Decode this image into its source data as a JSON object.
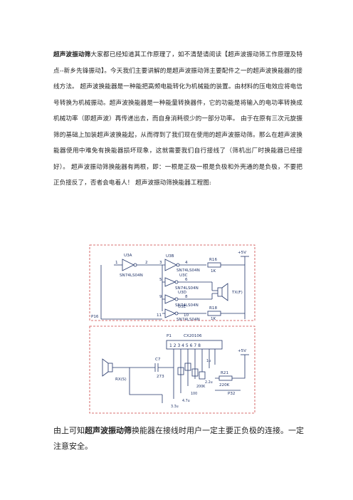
{
  "article": {
    "keyword": "超声波振动筛",
    "p1": "大家都已经知道其工作原理了，如不清楚请阅读【超声波振动筛工作原理及特点--新乡先锋振动】。今天我们主要讲解的是超声波振动筛主要配件之一的超声波换能器的接线方法。 超声波换能器是一种能把高频电能转化为机械能的装置。由材料的压电效应将电信号转换为机械振动。超声波换能器是一种能量转换器件，它的功能是将输入的电功率转换成机械功率（即超声波）再传递出去，而自身消耗很少的一部分功率。 由于在原有三次元旋振筛的基础上加装超声波换能起，从而得到了我们现在使用的超声波振动筛。那么在超声波换能器使用中难免有换能器损坏现象，这就需要我们自行接线了（筛机出厂时换能器已经接好）。 超声波振动筛换能器有两根，即：一根是正极一根是负极和外壳通的是负极，不要把正负接反了，否者会电着人！ 超声波振动筛换能器工程图:"
  },
  "schematic": {
    "u3a": "U3A",
    "u3a_part": "SN74LS04N",
    "u3b": "U3B",
    "u3b_part": "SN74LS04N",
    "u3c": "U3C",
    "u3c_part": "SN74LS04N",
    "u3d": "U3D",
    "u3d_part": "SN74LS04N",
    "u3e": "U3E",
    "u3e_part": "SN74LS04N",
    "pin1": "1",
    "pin2": "2",
    "pin3": "3",
    "pin4": "4",
    "pin5": "5",
    "pin6": "6",
    "pin8": "8",
    "pin9": "9",
    "pin10": "10",
    "pin11": "11",
    "r16": "R16",
    "r16_val": "1K",
    "r18": "R18",
    "r18_val": "1K",
    "vcc_top": "+5V",
    "tx": "TX(F)",
    "p16": "P16",
    "p1": "P1",
    "cx": "CX20106",
    "header_pins": "1 2 3 4 5 6 7 8",
    "rx": "RX(S)",
    "c7": "C7",
    "c7_val": "273",
    "r21": "R21",
    "r21_val": "220K",
    "p32": "P32",
    "vcc_bottom": "+5V",
    "cap_vals": [
      "3.3u",
      "4.7u",
      "100",
      "200K",
      "2.2u",
      "1u"
    ]
  },
  "conclusion": {
    "prefix": "由上可知",
    "keyword": "超声波振动筛",
    "suffix": "换能器在接线时用户一定主要正负极的连接。一定注意安全。"
  }
}
